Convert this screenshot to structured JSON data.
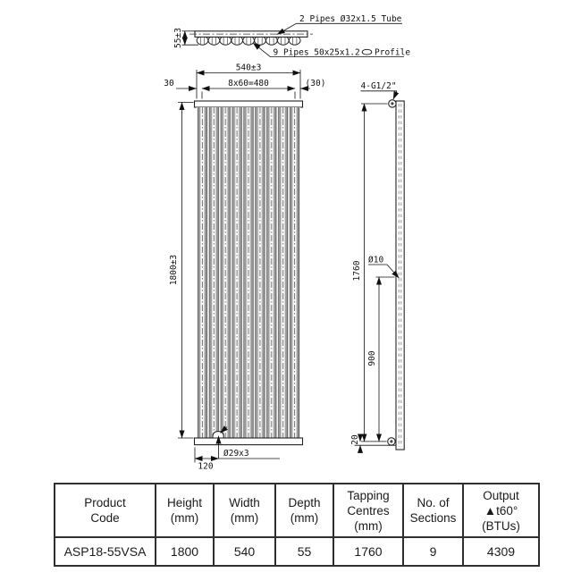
{
  "drawing": {
    "section_view": {
      "depth_dim": "55±3",
      "tube_label": "2 Pipes Ø32x1.5 Tube",
      "profile_label_left": "9 Pipes 50x25x1.2",
      "profile_label_right": "Profile"
    },
    "front_view": {
      "overall_width_dim": "540±3",
      "left_margin_dim": "30",
      "section_pitch_dim": "8x60=480",
      "right_margin_dim": "(30)",
      "overall_height_dim": "1800±3",
      "drain_dim": "Ø29x3",
      "drain_offset_dim": "120"
    },
    "side_view": {
      "tappings_label": "4-G1/2\"",
      "tapping_centres_dim": "1760",
      "bracket_hole_dim": "Ø10",
      "bracket_span_dim": "900",
      "bottom_offset_dim": "20"
    },
    "sections_count": 9
  },
  "table": {
    "columns": [
      {
        "lines": [
          "Product",
          "Code"
        ]
      },
      {
        "lines": [
          "Height",
          "(mm)"
        ]
      },
      {
        "lines": [
          "Width",
          "(mm)"
        ]
      },
      {
        "lines": [
          "Depth",
          "(mm)"
        ]
      },
      {
        "lines": [
          "Tapping",
          "Centres",
          "(mm)"
        ]
      },
      {
        "lines": [
          "No. of",
          "Sections"
        ]
      },
      {
        "lines": [
          "Output",
          "▲t60° (BTUs)"
        ]
      }
    ],
    "row": [
      "ASP18-55VSA",
      "1800",
      "540",
      "55",
      "1760",
      "9",
      "4309"
    ]
  }
}
